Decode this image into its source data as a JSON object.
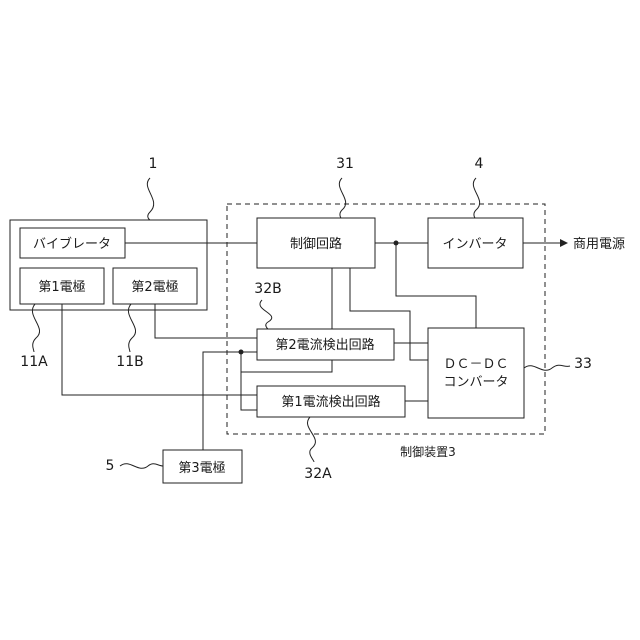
{
  "blocks": {
    "vibrator": "バイブレータ",
    "electrode1": "第1電極",
    "electrode2": "第2電極",
    "electrode3": "第3電極",
    "control_circuit": "制御回路",
    "inverter": "インバータ",
    "current_detect2": "第2電流検出回路",
    "current_detect1": "第1電流検出回路",
    "dcdc_line1": "ＤＣ－ＤＣ",
    "dcdc_line2": "コンバータ"
  },
  "labels": {
    "commercial_power": "商用電源",
    "control_device": "制御装置3"
  },
  "refs": {
    "device": "1",
    "control_circuit": "31",
    "inverter": "4",
    "current_detect2": "32B",
    "dcdc": "33",
    "electrode1": "11A",
    "electrode2": "11B",
    "electrode3": "5",
    "current_detect1": "32A"
  }
}
